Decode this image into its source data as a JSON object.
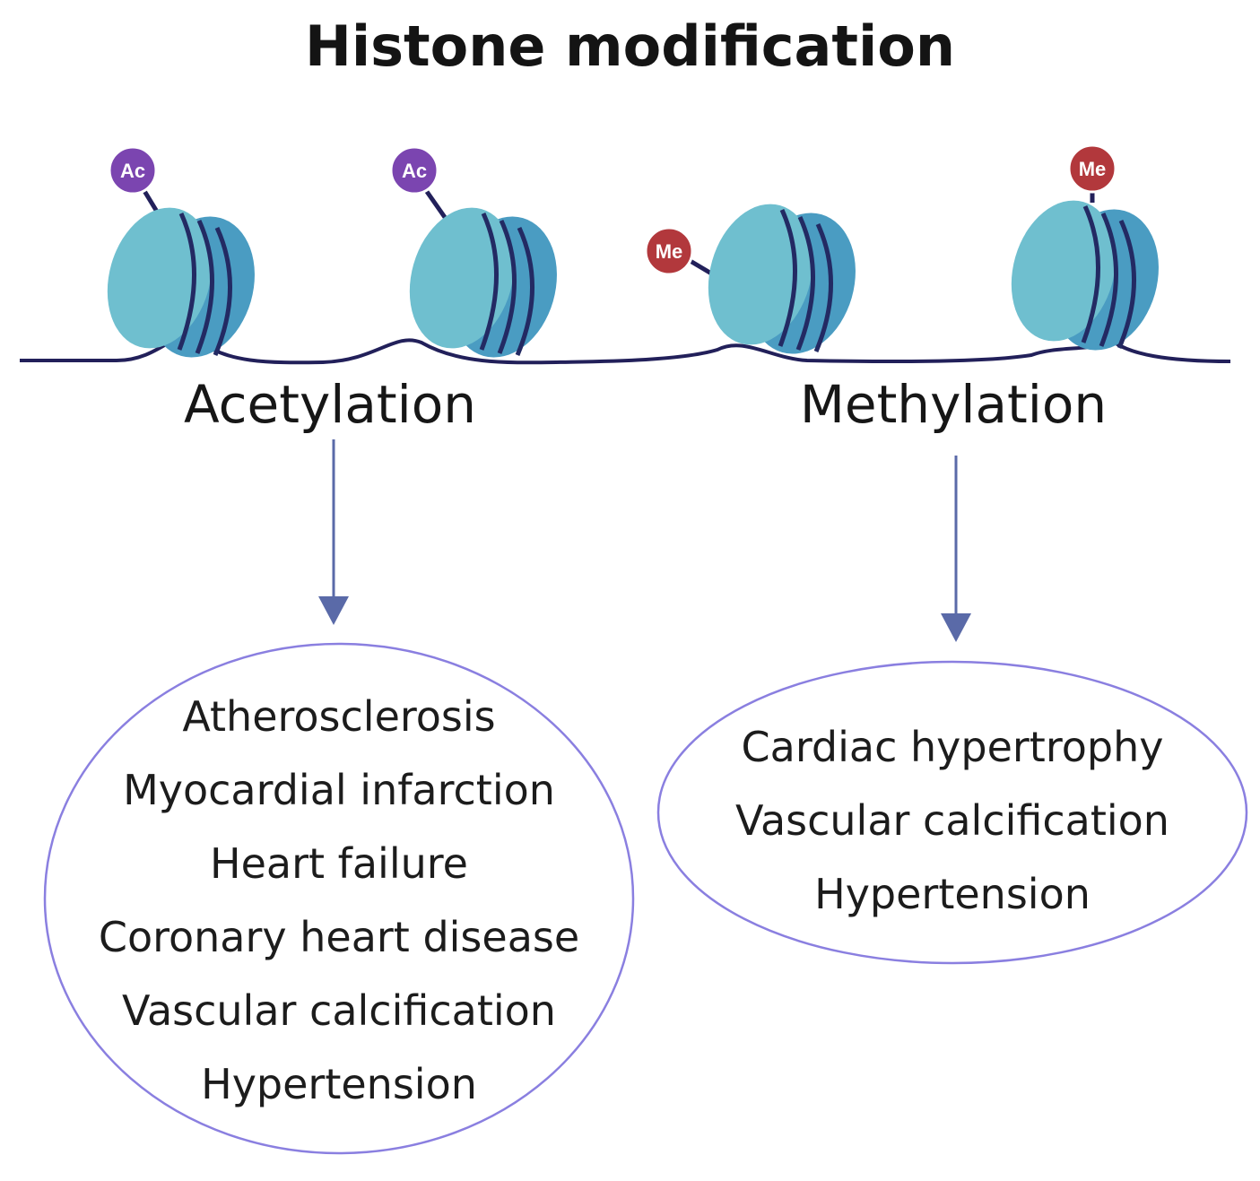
{
  "title": "Histone modification",
  "colors": {
    "dna_strand": "#22205a",
    "nucleosome_face": "#6fbfcf",
    "nucleosome_side": "#4a9cc2",
    "nucleosome_wrap": "#232a63",
    "acetyl_marker": "#7b45b0",
    "methyl_marker": "#b2383c",
    "arrow": "#5a6aa8",
    "ellipse_outline": "#8a7fe0"
  },
  "markers": {
    "acetyl": "Ac",
    "methyl": "Me"
  },
  "branches": {
    "acetylation": {
      "label": "Acetylation",
      "diseases": [
        "Atherosclerosis",
        "Myocardial infarction",
        "Heart failure",
        "Coronary heart disease",
        "Vascular calcification",
        "Hypertension"
      ]
    },
    "methylation": {
      "label": "Methylation",
      "diseases": [
        "Cardiac hypertrophy",
        "Vascular calcification",
        "Hypertension"
      ]
    }
  }
}
